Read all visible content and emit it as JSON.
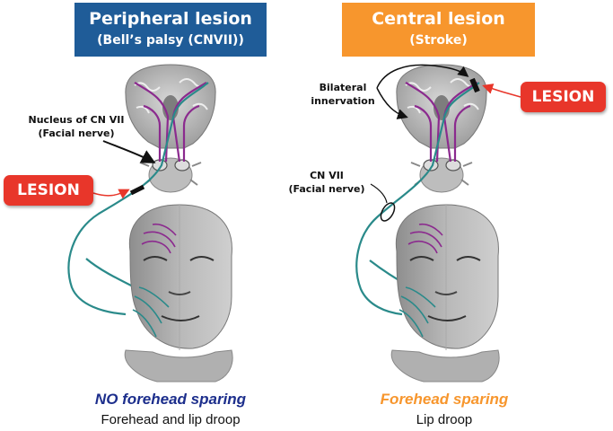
{
  "left_panel": {
    "title": "Peripheral lesion",
    "subtitle": "(Bell’s palsy (CNVII))",
    "lesion_label": "LESION",
    "nucleus_label": "Nucleus of CN VII",
    "nucleus_sublabel": "(Facial nerve)",
    "caption_title": "NO forehead sparing",
    "caption_sub": "Forehead and lip droop"
  },
  "right_panel": {
    "title": "Central lesion",
    "subtitle": "(Stroke)",
    "lesion_label": "LESION",
    "bilateral_label": "Bilateral",
    "bilateral_sublabel": "innervation",
    "cn_label": "CN VII",
    "cn_sublabel": "(Facial nerve)",
    "caption_title": "Forehead sparing",
    "caption_sub": "Lip droop"
  },
  "colors": {
    "left_header": "#1f5c98",
    "right_header": "#f7962d",
    "lesion": "#e8362a",
    "upper_motor_pathway": "#8b2a8e",
    "lower_motor_pathway": "#2a8a8a",
    "left_caption": "#1c2e8c",
    "right_caption": "#f7962d"
  }
}
